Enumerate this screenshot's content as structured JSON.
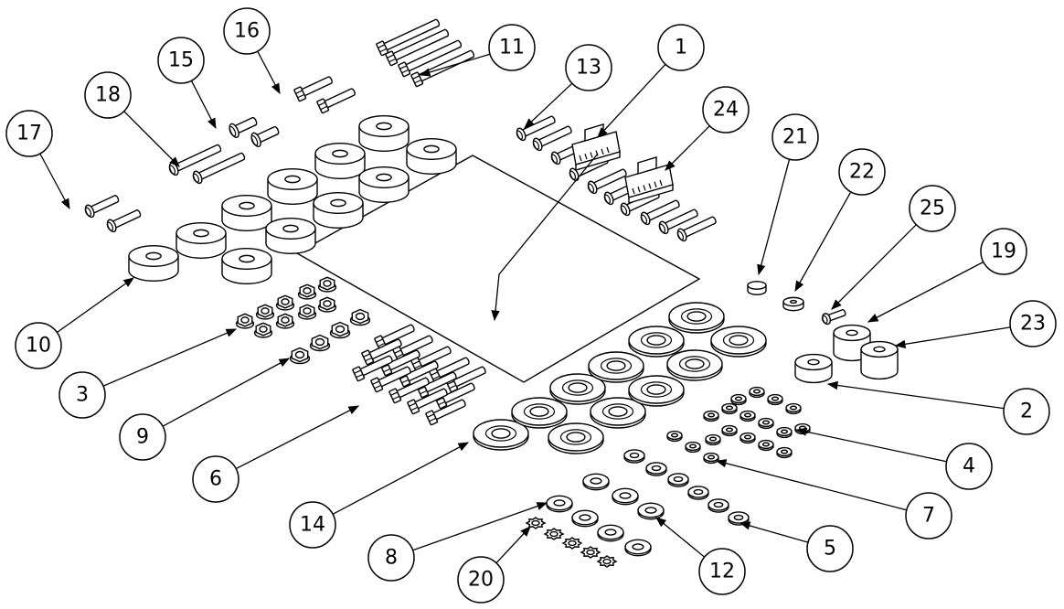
{
  "balloons": [
    {
      "label": "1",
      "part": "bracket-assembly"
    },
    {
      "label": "2",
      "part": "single-spacer"
    },
    {
      "label": "3",
      "part": "flange-nuts"
    },
    {
      "label": "4",
      "part": "lock-washers-group"
    },
    {
      "label": "5",
      "part": "flat-washers-row"
    },
    {
      "label": "6",
      "part": "hex-bolts-group"
    },
    {
      "label": "7",
      "part": "split-lock-washers"
    },
    {
      "label": "8",
      "part": "small-flat-washers"
    },
    {
      "label": "9",
      "part": "nylock-nuts"
    },
    {
      "label": "10",
      "part": "rubber-bushings"
    },
    {
      "label": "11",
      "part": "long-bolts"
    },
    {
      "label": "12",
      "part": "medium-washers"
    },
    {
      "label": "13",
      "part": "pins"
    },
    {
      "label": "14",
      "part": "large-washers"
    },
    {
      "label": "15",
      "part": "sleeve-spacers"
    },
    {
      "label": "16",
      "part": "short-hex-bolts"
    },
    {
      "label": "17",
      "part": "short-pins"
    },
    {
      "label": "18",
      "part": "long-pins"
    },
    {
      "label": "19",
      "part": "cylinder-spacer"
    },
    {
      "label": "20",
      "part": "star-washers"
    },
    {
      "label": "21",
      "part": "acorn-nut"
    },
    {
      "label": "22",
      "part": "grommet"
    },
    {
      "label": "23",
      "part": "tall-spacer"
    },
    {
      "label": "24",
      "part": "bracket-right"
    },
    {
      "label": "25",
      "part": "small-bolt"
    }
  ]
}
